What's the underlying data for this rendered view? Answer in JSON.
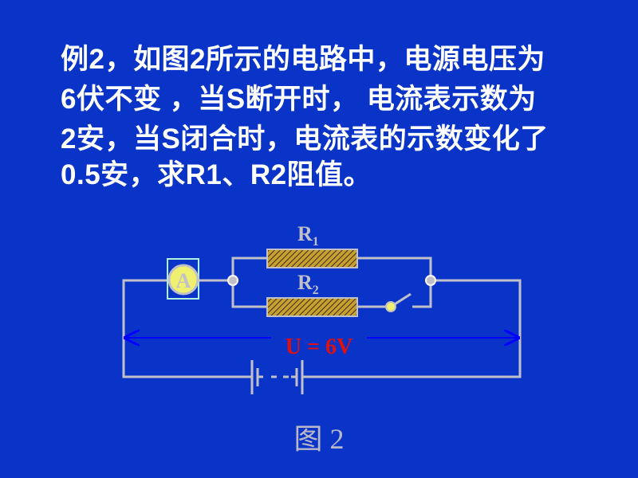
{
  "problem": {
    "lines": [
      "例2，如图2所示的电路中，电源电压为",
      "6伏不变 ，当S断开时， 电流表示数为",
      "2安，当S闭合时，电流表的示数变化了",
      "0.5安，求R1、R2阻值。"
    ]
  },
  "circuit": {
    "r1_label": "R",
    "r1_sub": "1",
    "r2_label": "R",
    "r2_sub": "2",
    "ammeter_label": "A",
    "voltage_label": "U = 6V",
    "colors": {
      "wire": "#c0c0c8",
      "resistor": "#c8a030",
      "ammeter": "#f0f070",
      "voltage": "#e01010",
      "arrow": "#0000ff"
    }
  },
  "caption": "图 2"
}
